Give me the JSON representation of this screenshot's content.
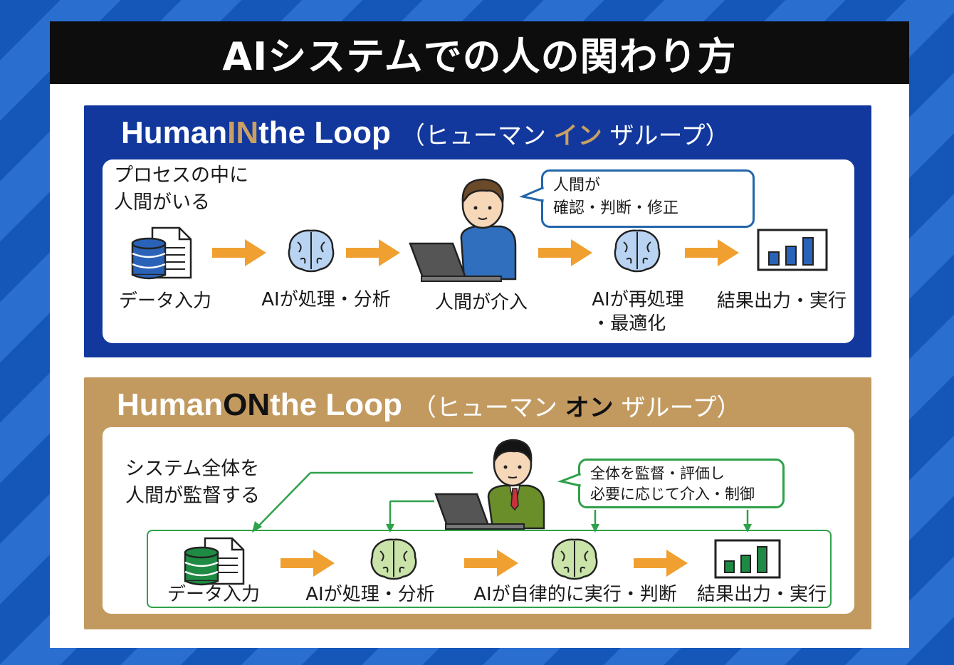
{
  "title": "AIシステムでの人の関わり方",
  "in_loop": {
    "title_prefix": "Human ",
    "title_keyword": "IN",
    "title_suffix": " the Loop",
    "subtitle_prefix": "（ヒューマン ",
    "subtitle_keyword": "イン",
    "subtitle_suffix": " ザループ）",
    "note_line1": "プロセスの中に",
    "note_line2": "人間がいる",
    "bubble_line1": "人間が",
    "bubble_line2": "確認・判断・修正",
    "steps": [
      {
        "label": "データ入力"
      },
      {
        "label": "AIが処理・分析"
      },
      {
        "label": "人間が介入"
      },
      {
        "label_line1": "AIが再処理",
        "label_line2": "・最適化"
      },
      {
        "label": "結果出力・実行"
      }
    ],
    "colors": {
      "panel": "#12389e",
      "keyword": "#c9a062",
      "icon": "#2a62b8",
      "brain": "#b9d4f2"
    }
  },
  "on_loop": {
    "title_prefix": "Human ",
    "title_keyword": "ON",
    "title_suffix": " the Loop",
    "subtitle_prefix": "（ヒューマン ",
    "subtitle_keyword": "オン",
    "subtitle_suffix": " ザループ）",
    "note_line1": "システム全体を",
    "note_line2": "人間が監督する",
    "bubble_line1": "全体を監督・評価し",
    "bubble_line2": "必要に応じて介入・制御",
    "steps": [
      {
        "label": "データ入力"
      },
      {
        "label": "AIが処理・分析"
      },
      {
        "label": "AIが自律的に実行・判断"
      },
      {
        "label": "結果出力・実行"
      }
    ],
    "colors": {
      "panel": "#c29a60",
      "keyword": "#111111",
      "icon": "#1f8a43",
      "brain": "#c9e3a8",
      "line": "#2fa14a"
    }
  },
  "icons": [
    "database-icon",
    "document-icon",
    "brain-icon",
    "person-laptop-icon",
    "businessman-laptop-icon",
    "bar-chart-icon",
    "arrow-right-icon"
  ]
}
